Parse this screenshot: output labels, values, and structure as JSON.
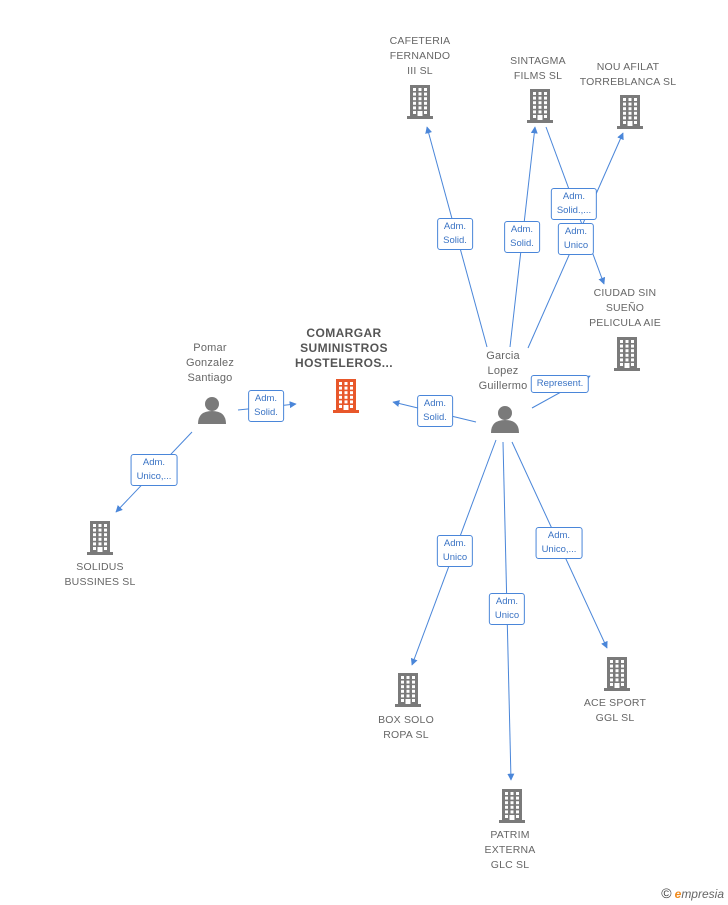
{
  "nodes": {
    "center": {
      "label": "COMARGAR\nSUMINISTROS\nHOSTELEROS...",
      "kind": "building",
      "color": "#e8572a"
    },
    "cafeteria": {
      "label": "CAFETERIA\nFERNANDO\nIII SL",
      "kind": "building",
      "color": "#7a7a7a"
    },
    "sintagma": {
      "label": "SINTAGMA\nFILMS  SL",
      "kind": "building",
      "color": "#7a7a7a"
    },
    "nou": {
      "label": "NOU AFILAT\nTORREBLANCA SL",
      "kind": "building",
      "color": "#7a7a7a"
    },
    "ciudad": {
      "label": "CIUDAD SIN\nSUEÑO\nPELICULA AIE",
      "kind": "building",
      "color": "#7a7a7a"
    },
    "garcia": {
      "label": "Garcia\nLopez\nGuillermo",
      "kind": "person",
      "color": "#7a7a7a"
    },
    "pomar": {
      "label": "Pomar\nGonzalez\nSantiago",
      "kind": "person",
      "color": "#7a7a7a"
    },
    "solidus": {
      "label": "SOLIDUS\nBUSSINES  SL",
      "kind": "building",
      "color": "#7a7a7a"
    },
    "boxsolo": {
      "label": "BOX SOLO\nROPA SL",
      "kind": "building",
      "color": "#7a7a7a"
    },
    "patrim": {
      "label": "PATRIM\nEXTERNA\nGLC  SL",
      "kind": "building",
      "color": "#7a7a7a"
    },
    "acesport": {
      "label": "ACE SPORT\nGGL SL",
      "kind": "building",
      "color": "#7a7a7a"
    }
  },
  "edges": [
    {
      "from": "garcia",
      "to": "cafeteria",
      "label": "Adm.\nSolid."
    },
    {
      "from": "garcia",
      "to": "sintagma",
      "label": "Adm.\nSolid."
    },
    {
      "from": "garcia",
      "to": "nou",
      "label": "Adm.\nUnico"
    },
    {
      "from": "sintagma",
      "to": "ciudad",
      "label": "Adm.\nSolid.,..."
    },
    {
      "from": "garcia",
      "to": "ciudad",
      "label": "Represent."
    },
    {
      "from": "garcia",
      "to": "center",
      "label": "Adm.\nSolid."
    },
    {
      "from": "pomar",
      "to": "center",
      "label": "Adm.\nSolid."
    },
    {
      "from": "pomar",
      "to": "solidus",
      "label": "Adm.\nUnico,..."
    },
    {
      "from": "garcia",
      "to": "boxsolo",
      "label": "Adm.\nUnico"
    },
    {
      "from": "garcia",
      "to": "patrim",
      "label": "Adm.\nUnico"
    },
    {
      "from": "garcia",
      "to": "acesport",
      "label": "Adm.\nUnico,..."
    }
  ],
  "footer": {
    "copyright": "©",
    "brand_initial": "e",
    "brand_rest": "mpresia"
  },
  "colors": {
    "edge": "#4a86d9",
    "node": "#7a7a7a",
    "highlight": "#e8572a"
  }
}
